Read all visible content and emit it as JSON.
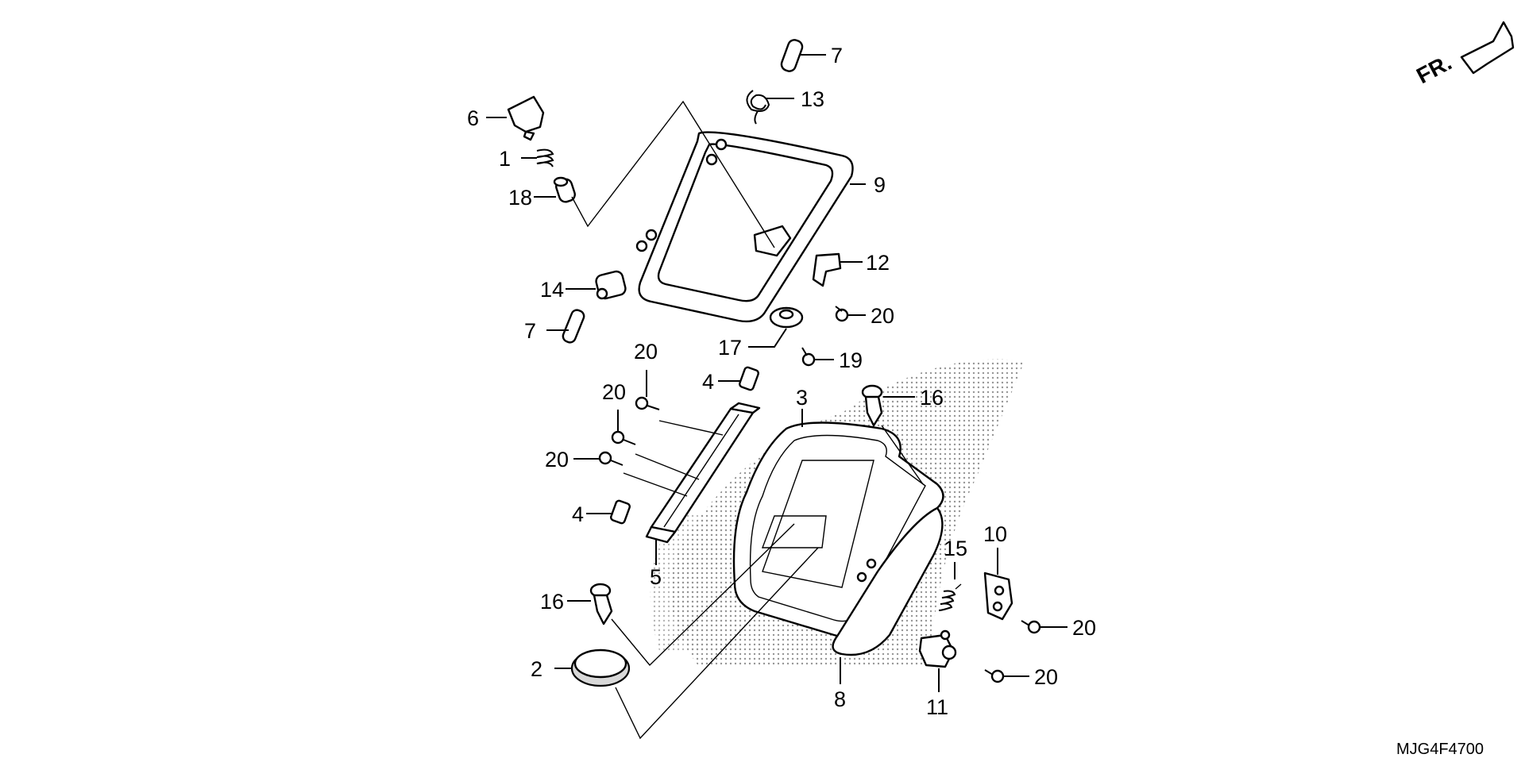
{
  "direction_label": "FR.",
  "diagram_code": "MJG4F4700",
  "callouts": [
    {
      "id": "c-6",
      "text": "6"
    },
    {
      "id": "c-1",
      "text": "1"
    },
    {
      "id": "c-18",
      "text": "18"
    },
    {
      "id": "c-7a",
      "text": "7"
    },
    {
      "id": "c-13",
      "text": "13"
    },
    {
      "id": "c-9",
      "text": "9"
    },
    {
      "id": "c-12",
      "text": "12"
    },
    {
      "id": "c-20a",
      "text": "20"
    },
    {
      "id": "c-14",
      "text": "14"
    },
    {
      "id": "c-7b",
      "text": "7"
    },
    {
      "id": "c-17",
      "text": "17"
    },
    {
      "id": "c-19",
      "text": "19"
    },
    {
      "id": "c-20b",
      "text": "20"
    },
    {
      "id": "c-4a",
      "text": "4"
    },
    {
      "id": "c-20c",
      "text": "20"
    },
    {
      "id": "c-3",
      "text": "3"
    },
    {
      "id": "c-16a",
      "text": "16"
    },
    {
      "id": "c-20d",
      "text": "20"
    },
    {
      "id": "c-4b",
      "text": "4"
    },
    {
      "id": "c-5",
      "text": "5"
    },
    {
      "id": "c-15",
      "text": "15"
    },
    {
      "id": "c-10",
      "text": "10"
    },
    {
      "id": "c-16b",
      "text": "16"
    },
    {
      "id": "c-20e",
      "text": "20"
    },
    {
      "id": "c-2",
      "text": "2"
    },
    {
      "id": "c-8",
      "text": "8"
    },
    {
      "id": "c-20f",
      "text": "20"
    },
    {
      "id": "c-11",
      "text": "11"
    }
  ]
}
